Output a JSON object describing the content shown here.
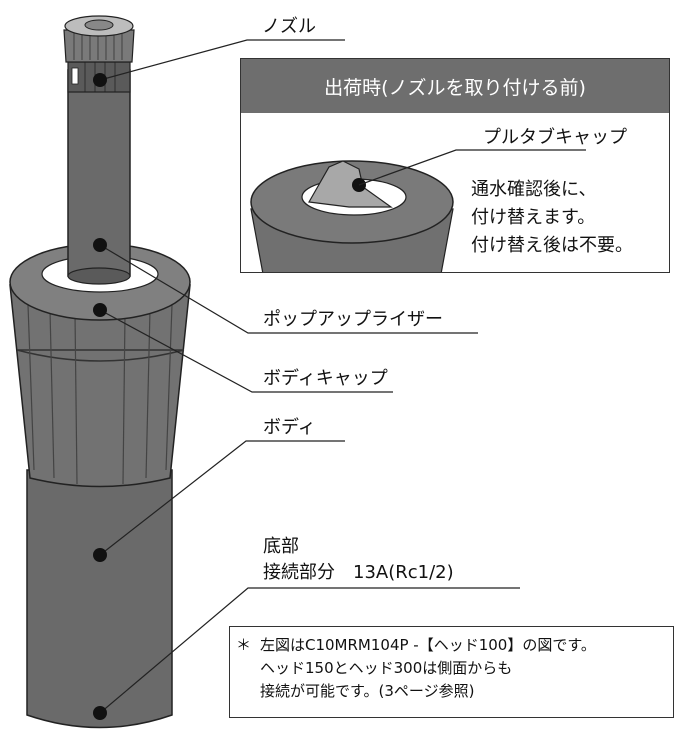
{
  "labels": {
    "nozzle": "ノズル",
    "riser": "ポップアップライザー",
    "body_cap": "ボディキャップ",
    "body": "ボディ",
    "bottom": "底部",
    "connection": "接続部分　13A(Rc1/2)"
  },
  "inset": {
    "title": "出荷時(ノズルを取り付ける前)",
    "cap_label": "プルタブキャップ",
    "lines": [
      "通水確認後に、",
      "付け替えます。",
      "付け替え後は不要。"
    ]
  },
  "note": {
    "star": "＊",
    "lines": [
      "左図はC10MRM104P -【ヘッド100】の図です。",
      "ヘッド150とヘッド300は側面からも",
      "接続が可能です。(3ページ参照)"
    ]
  },
  "colors": {
    "body_gray": "#6a6a6a",
    "dark_gray": "#4a4a4a",
    "banner_gray": "#6e6e6e",
    "dot": "#111111"
  }
}
